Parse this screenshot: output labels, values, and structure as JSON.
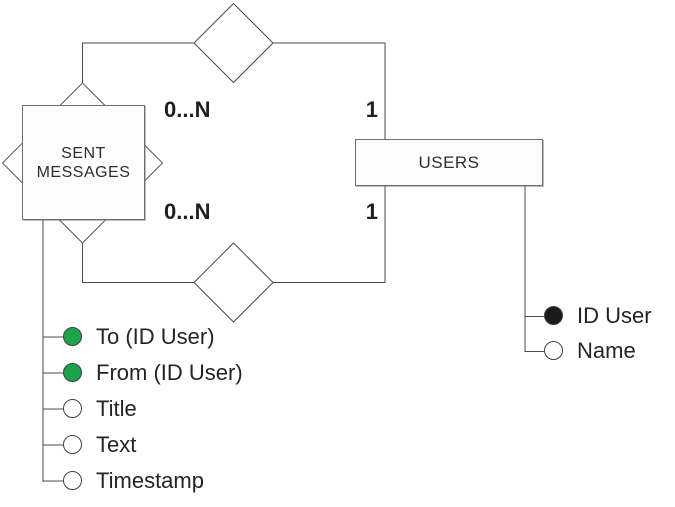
{
  "diagram": {
    "kind": "entity-relationship",
    "entities": [
      {
        "id": "sent-messages",
        "label": "SENT\nMESSAGES",
        "attributes": [
          {
            "label": "To (ID User)",
            "fill": "#1FA24E"
          },
          {
            "label": "From (ID User)",
            "fill": "#1FA24E"
          },
          {
            "label": "Title",
            "fill": "#FFFFFF"
          },
          {
            "label": "Text",
            "fill": "#FFFFFF"
          },
          {
            "label": "Timestamp",
            "fill": "#FFFFFF"
          }
        ]
      },
      {
        "id": "users",
        "label": "USERS",
        "attributes": [
          {
            "label": "ID User",
            "fill": "#1A1A1A"
          },
          {
            "label": "Name",
            "fill": "#FFFFFF"
          }
        ]
      }
    ],
    "relationships": [
      {
        "id": "top-relationship",
        "from_cardinality": "0...N",
        "to_cardinality": "1"
      },
      {
        "id": "bottom-relationship",
        "from_cardinality": "0...N",
        "to_cardinality": "1"
      }
    ],
    "colors": {
      "background": "#FFFFFF",
      "line": "#4B4B4B",
      "entity_border": "#6F6F6F",
      "entity_fill": "#FDFDFD",
      "text": "#242424",
      "attribute_green": "#1FA24E",
      "attribute_black": "#1A1A1A",
      "attribute_white": "#FFFFFF"
    }
  }
}
